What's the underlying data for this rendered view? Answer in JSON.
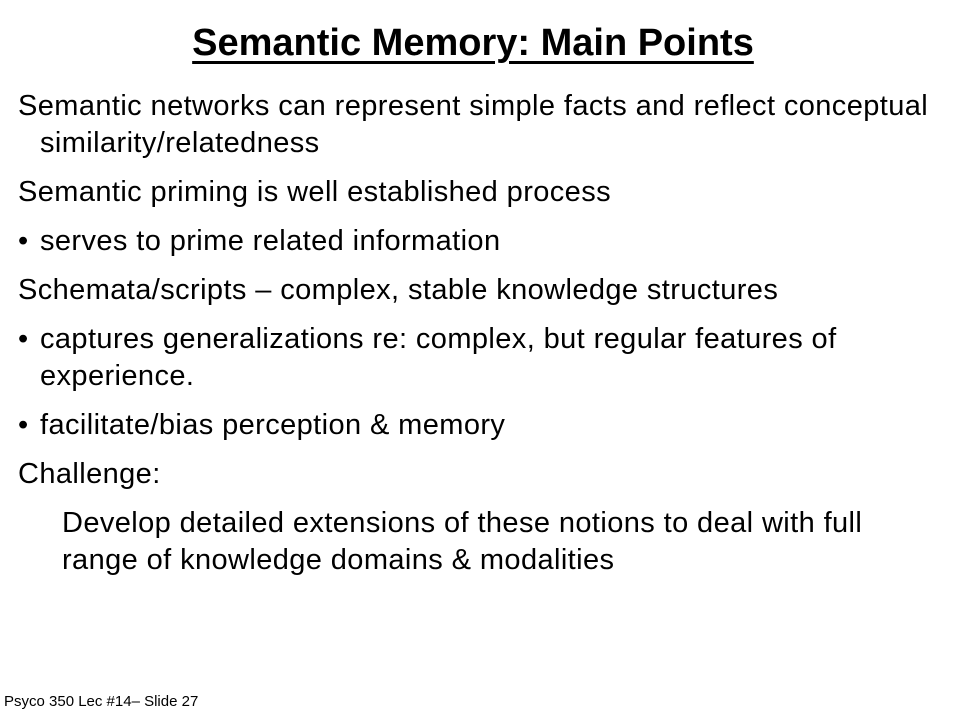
{
  "slide": {
    "title": "Semantic Memory: Main Points",
    "items": [
      {
        "kind": "text",
        "text": "Semantic networks can represent simple facts and reflect conceptual similarity/relatedness"
      },
      {
        "kind": "text",
        "text": "Semantic priming is well established process"
      },
      {
        "kind": "bullet",
        "bullet": "•",
        "text": "serves to prime related information"
      },
      {
        "kind": "text",
        "text": "Schemata/scripts – complex, stable knowledge structures"
      },
      {
        "kind": "bullet",
        "bullet": "•",
        "text": "captures generalizations re: complex, but regular features of experience."
      },
      {
        "kind": "bullet",
        "bullet": "•",
        "text": "facilitate/bias perception & memory"
      },
      {
        "kind": "text",
        "text": "Challenge:"
      },
      {
        "kind": "indent",
        "text": "Develop detailed extensions of these notions to deal with full range of knowledge domains & modalities"
      }
    ],
    "footer": "Psyco 350 Lec #14– Slide 27"
  }
}
